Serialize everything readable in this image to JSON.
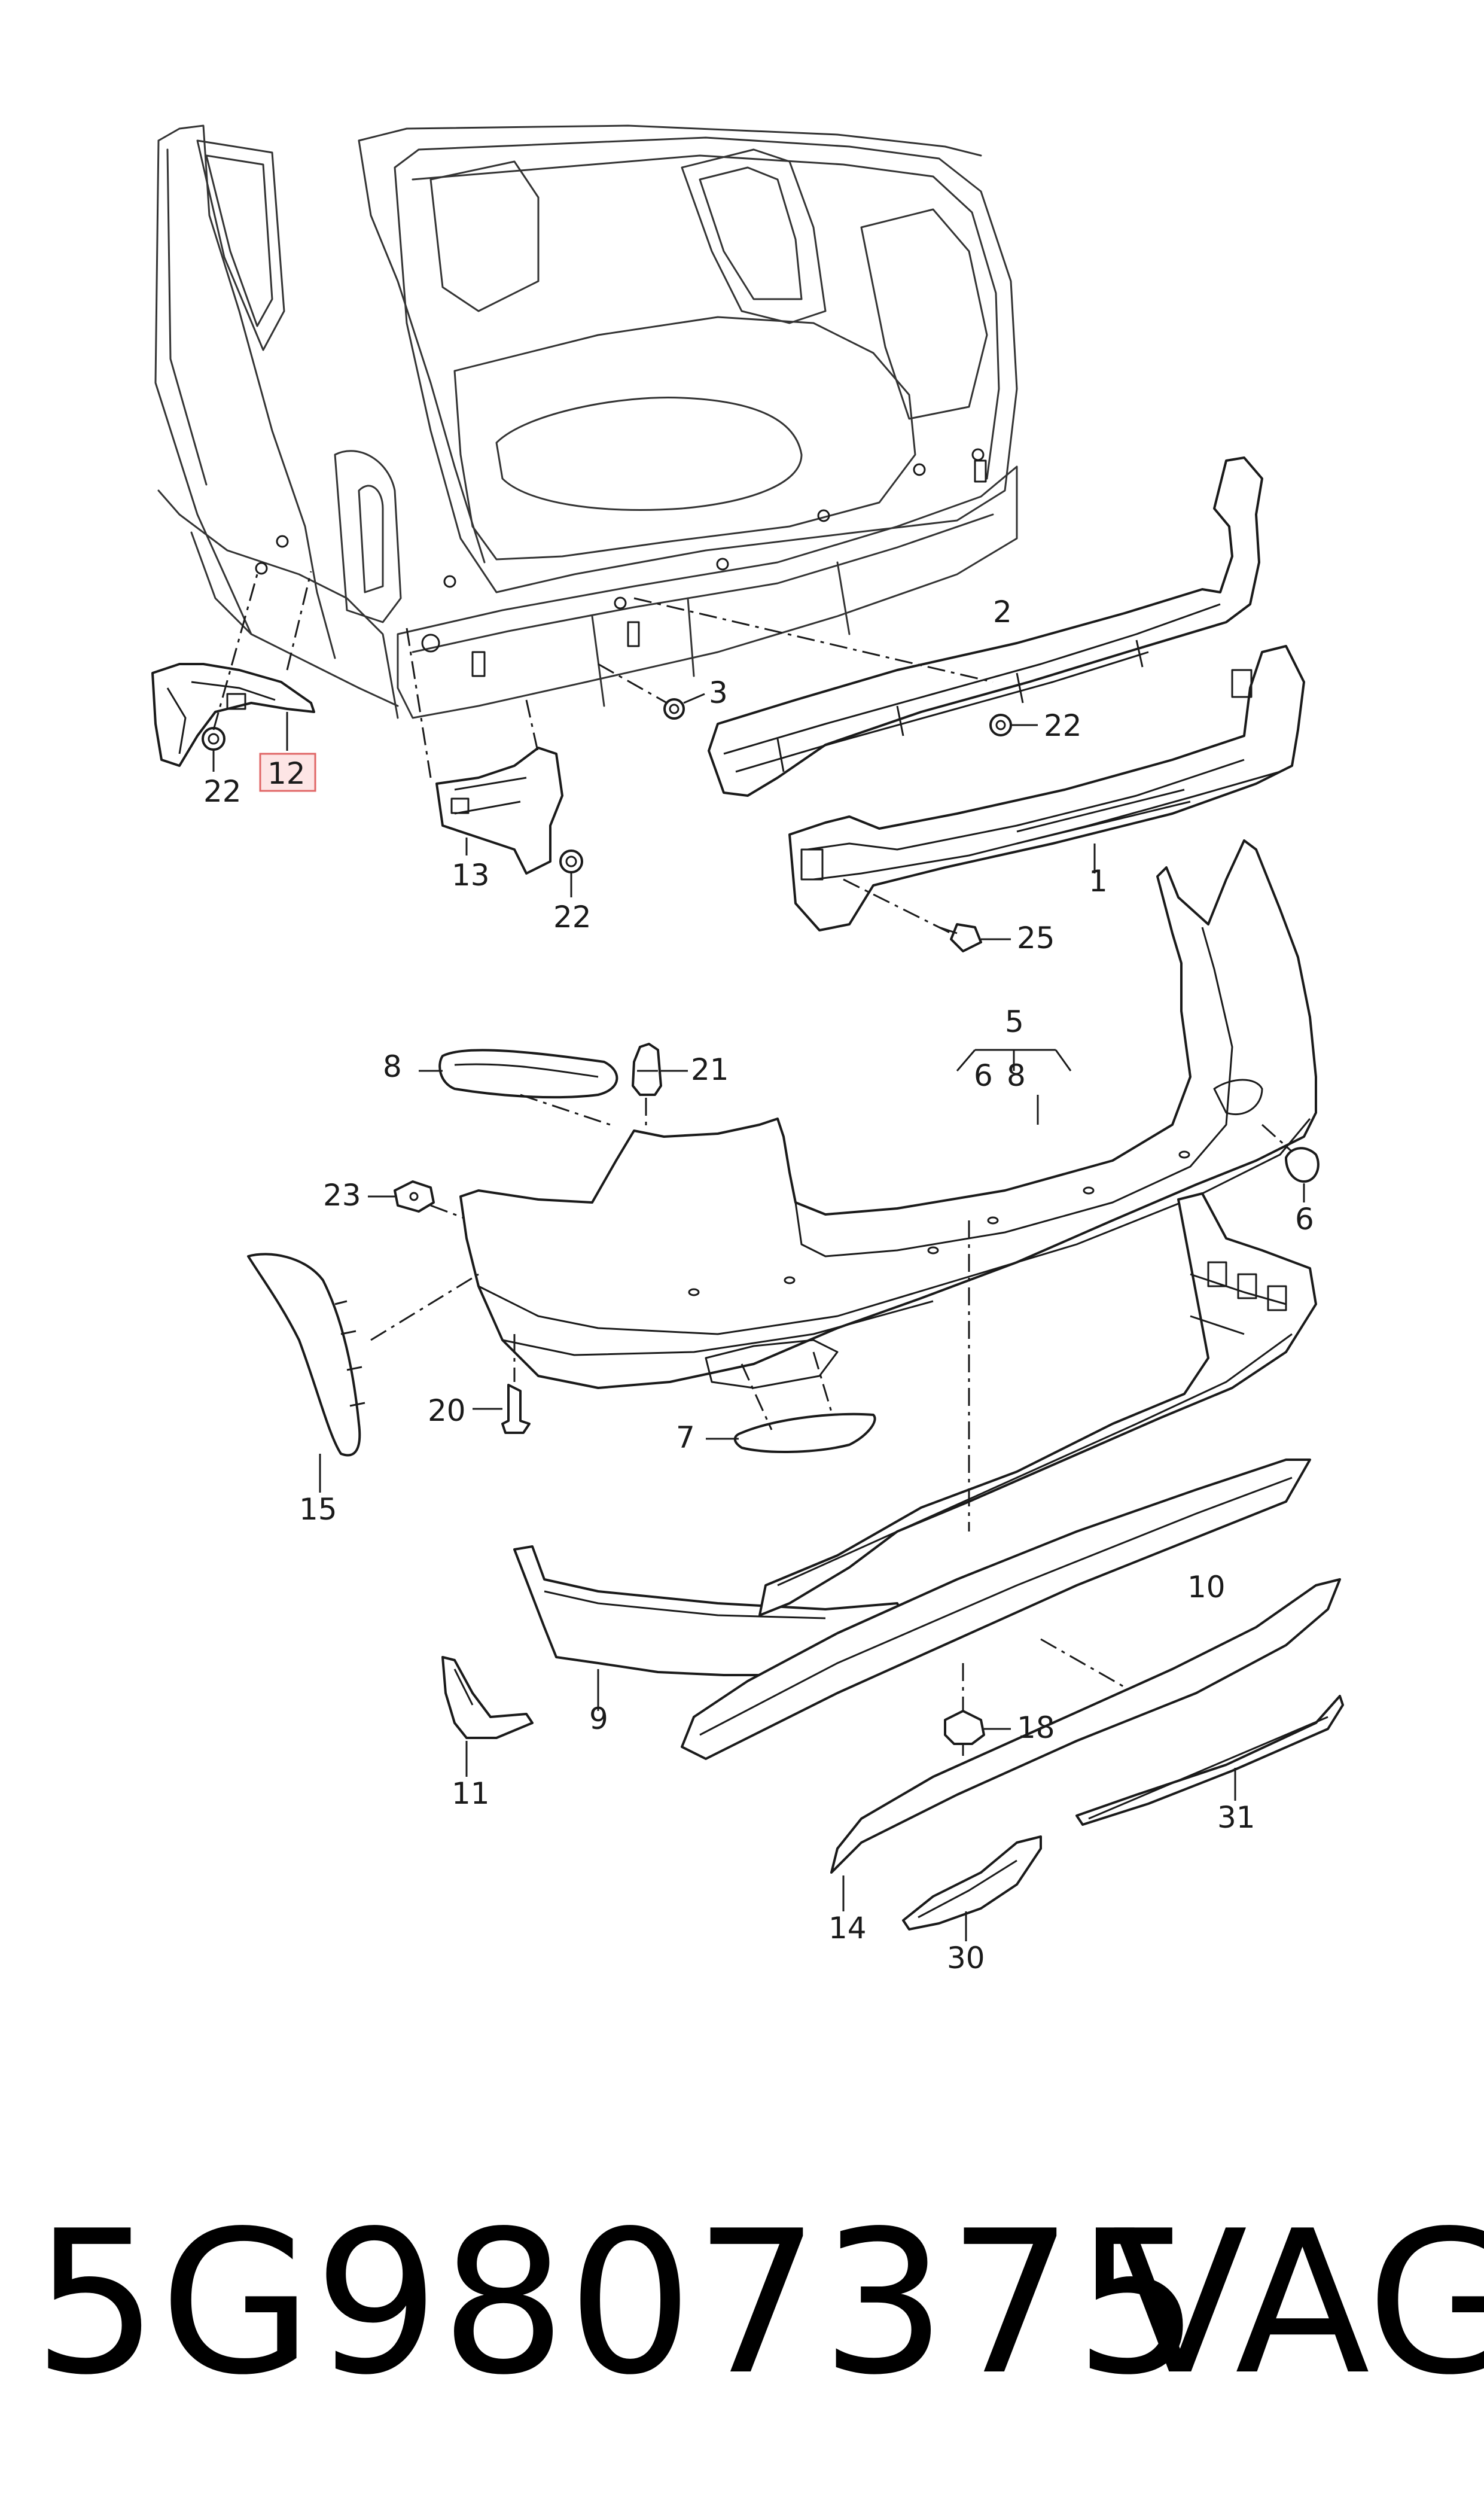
{
  "diagram": {
    "callouts": {
      "p1": "1",
      "p2": "2",
      "p3": "3",
      "p5": "5",
      "p6a": "6",
      "p8a": "8",
      "p6b": "6",
      "p7": "7",
      "p8b": "8",
      "p9": "9",
      "p10": "10",
      "p11": "11",
      "p12": "12",
      "p13": "13",
      "p14": "14",
      "p15": "15",
      "p18": "18",
      "p20": "20",
      "p21": "21",
      "p22a": "22",
      "p22b": "22",
      "p22c": "22",
      "p23": "23",
      "p25": "25",
      "p30": "30",
      "p31": "31"
    },
    "highlighted_part": "12",
    "highlight_color": "#e06666"
  },
  "footer": {
    "part_number": "5G9807375",
    "brand": "VAG"
  }
}
